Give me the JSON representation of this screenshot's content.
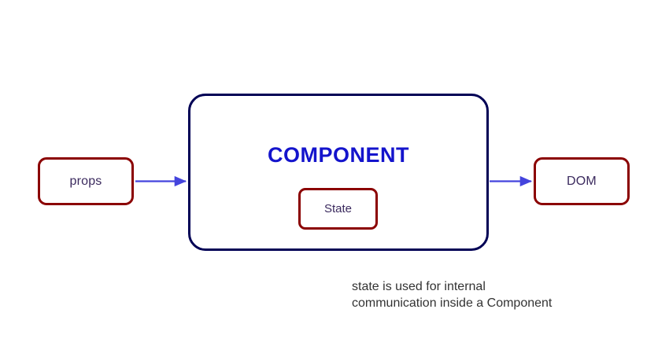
{
  "diagram": {
    "title_text": "COMPONENT",
    "nodes": {
      "props": {
        "label": "props"
      },
      "state": {
        "label": "State"
      },
      "dom": {
        "label": "DOM"
      }
    },
    "caption": {
      "line1": "state is used for internal",
      "line2": "communication inside a Component",
      "full": "state is used for internal\ncommunication inside a Component"
    },
    "colors": {
      "box_red": "#8b0000",
      "box_navy": "#000055",
      "title_blue": "#1414cc",
      "label_purple": "#3b2a5e",
      "arrow_blue": "#4444dd",
      "caption_gray": "#333333",
      "background": "#ffffff"
    },
    "arrows": [
      {
        "name": "props-to-component",
        "from": "props",
        "to": "component"
      },
      {
        "name": "component-to-dom",
        "from": "component",
        "to": "dom"
      }
    ]
  }
}
